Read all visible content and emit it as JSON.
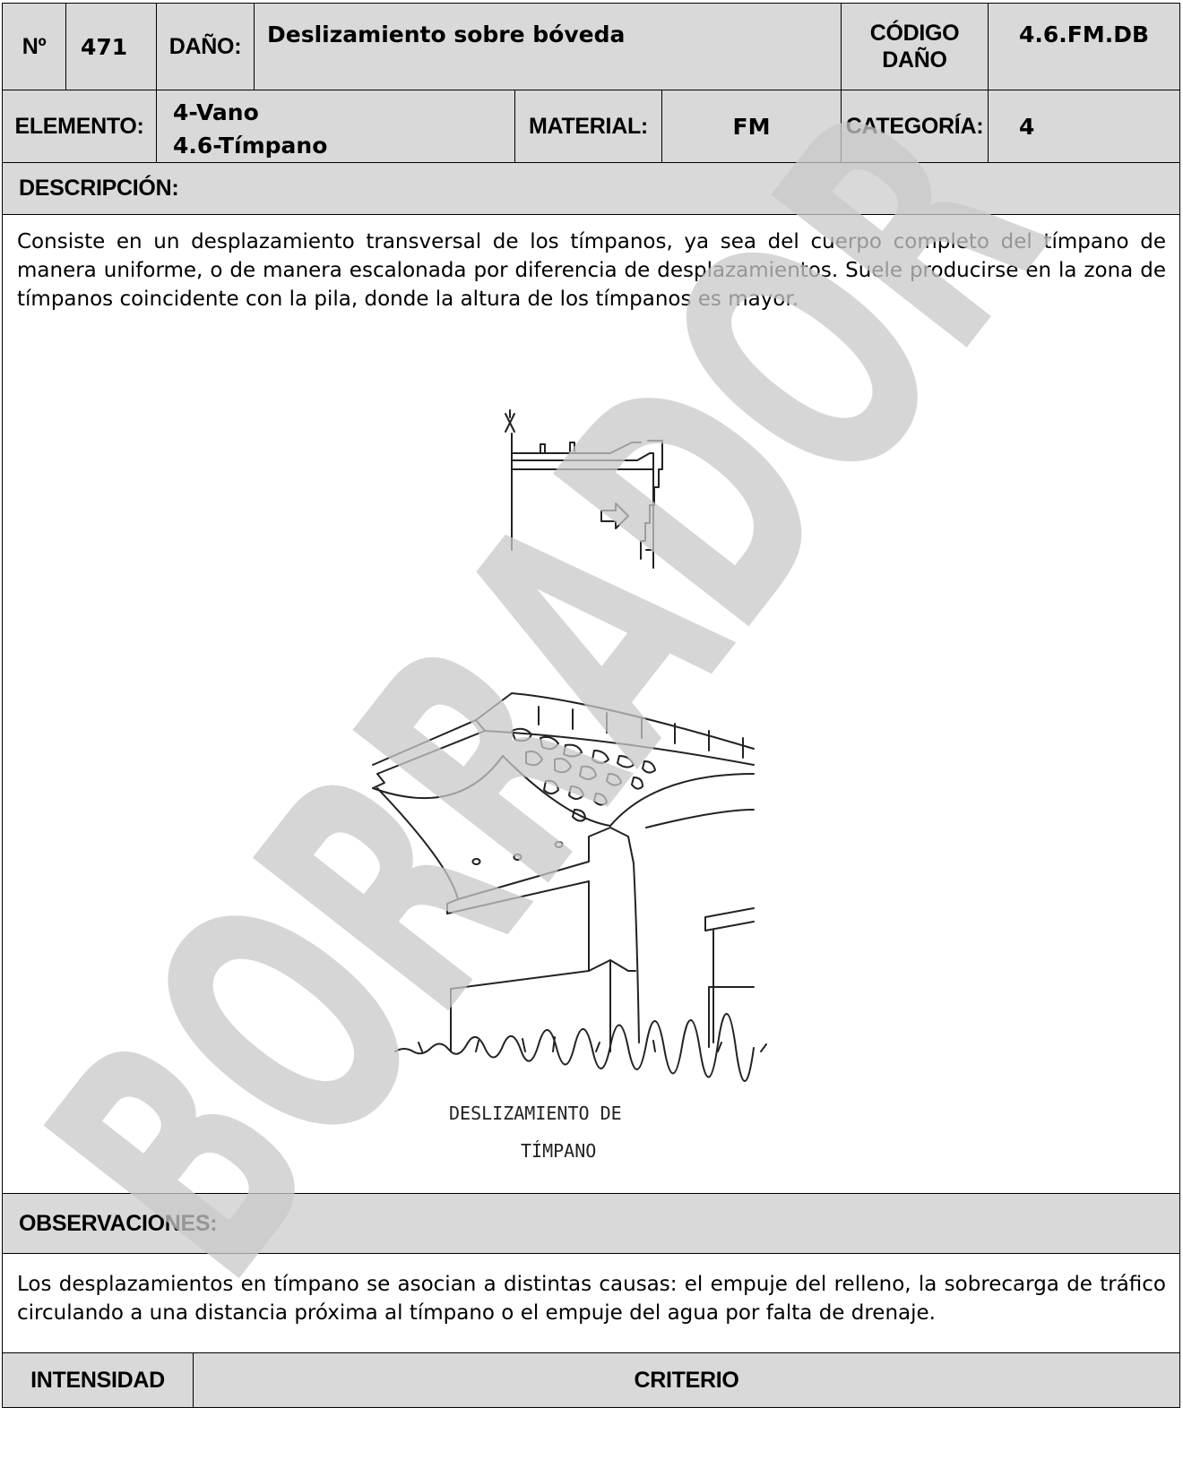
{
  "header": {
    "no_label": "Nº",
    "no_value": "471",
    "dano_label": "DAÑO:",
    "dano_value": "Deslizamiento sobre bóveda",
    "codigo_label_1": "CÓDIGO",
    "codigo_label_2": "DAÑO",
    "codigo_value": "4.6.FM.DB"
  },
  "row2": {
    "elemento_label": "ELEMENTO:",
    "elemento_line1": "4-Vano",
    "elemento_line2": "4.6-Tímpano",
    "material_label": "MATERIAL:",
    "material_value": "FM",
    "categoria_label": "CATEGORÍA:",
    "categoria_value": "4"
  },
  "descripcion": {
    "label": "DESCRIPCIÓN:",
    "text": "Consiste en un desplazamiento transversal de los tímpanos, ya sea del cuerpo completo del tímpano de manera uniforme, o de manera escalonada por diferencia de desplazamientos. Suele producirse en la zona de tímpanos coincidente con la pila, donde la altura de los tímpanos es mayor."
  },
  "figure": {
    "caption_line1": "DESLIZAMIENTO DE",
    "caption_line2": "TÍMPANO"
  },
  "observaciones": {
    "label": "OBSERVACIONES:",
    "text": "Los desplazamientos en tímpano se asocian a distintas causas: el empuje del relleno, la sobrecarga de tráfico circulando a una distancia próxima al tímpano o el empuje del agua por falta de drenaje."
  },
  "table": {
    "col1": "INTENSIDAD",
    "col2": "CRITERIO"
  },
  "watermark": {
    "text": "BORRADOR",
    "color": "#c8c8c8"
  }
}
